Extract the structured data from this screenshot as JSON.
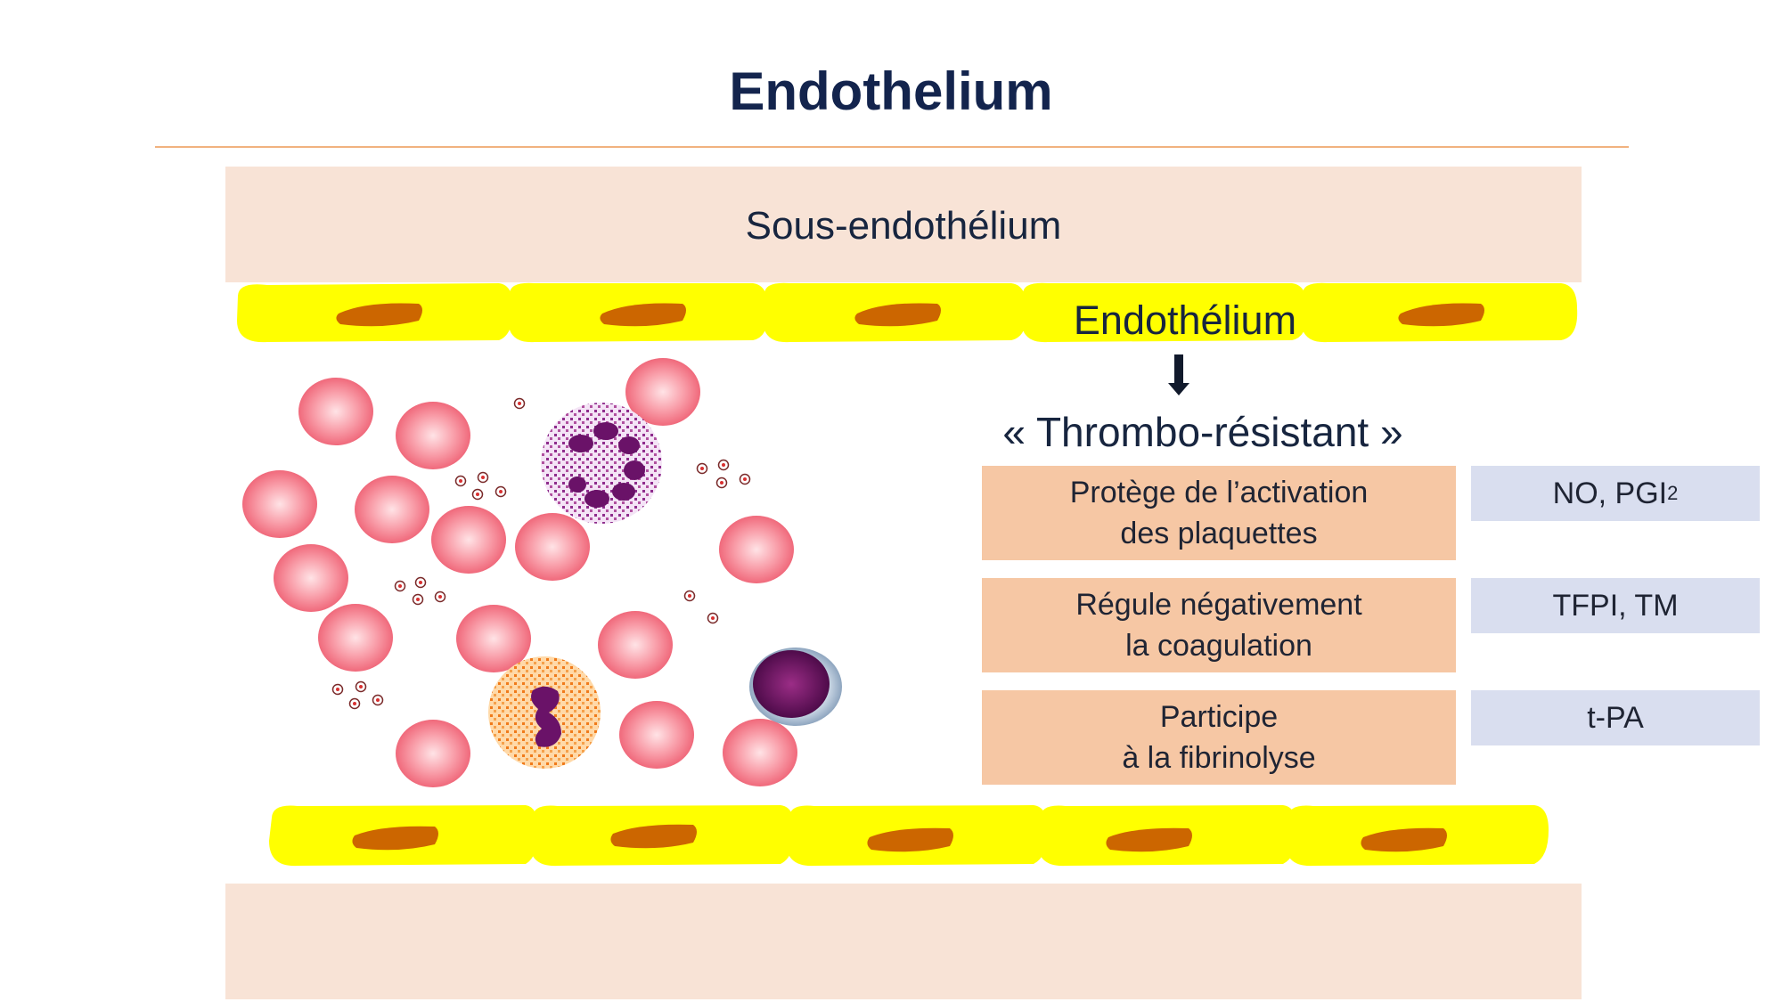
{
  "title": "Endothelium",
  "layers": {
    "sub_endothelium_label": "Sous-endothélium",
    "endothelium_label": "Endothélium"
  },
  "property": "« Thrombo-résistant »",
  "functions": [
    {
      "line1": "Protège de l’activation",
      "line2": "des plaquettes",
      "mediator": "NO, PGI",
      "mediator_sub": "2"
    },
    {
      "line1": "Régule négativement",
      "line2": "la coagulation",
      "mediator": "TFPI, TM",
      "mediator_sub": ""
    },
    {
      "line1": "Participe",
      "line2": "à la fibrinolyse",
      "mediator": "t-PA",
      "mediator_sub": ""
    }
  ],
  "colors": {
    "title": "#13244d",
    "rule": "#f1b27f",
    "band": "#f8e3d6",
    "endothelial_cell": "#ffff00",
    "nucleus": "#cc6600",
    "red_cell": "#f36d7f",
    "function_box": "#f6c7a4",
    "mediator_box": "#d9deef"
  },
  "icons": [
    "red-blood-cell-icon",
    "platelet-icon",
    "neutrophil-icon",
    "monocyte-icon",
    "lymphocyte-icon",
    "endothelial-cell-icon"
  ]
}
